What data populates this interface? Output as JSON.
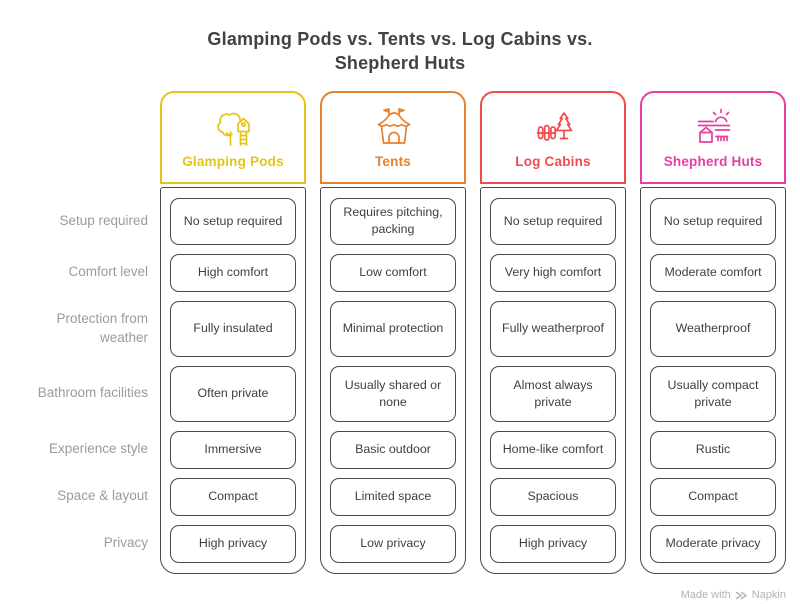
{
  "title": "Glamping Pods vs. Tents vs. Log Cabins vs. Shepherd Huts",
  "rows": [
    "Setup required",
    "Comfort level",
    "Protection from weather",
    "Bathroom facilities",
    "Experience style",
    "Space & layout",
    "Privacy"
  ],
  "columns": [
    {
      "label": "Glamping Pods",
      "accent": "#E3C51A",
      "icon": "treehouse-icon",
      "cells": [
        "No setup required",
        "High comfort",
        "Fully insulated",
        "Often private",
        "Immersive",
        "Compact",
        "High privacy"
      ]
    },
    {
      "label": "Tents",
      "accent": "#E8812B",
      "icon": "tent-icon",
      "cells": [
        "Requires pitching, packing",
        "Low comfort",
        "Minimal protection",
        "Usually shared or none",
        "Basic outdoor",
        "Limited space",
        "Low privacy"
      ]
    },
    {
      "label": "Log Cabins",
      "accent": "#F04C4C",
      "icon": "log-cabin-icon",
      "cells": [
        "No setup required",
        "Very high comfort",
        "Fully weatherproof",
        "Almost always private",
        "Home-like comfort",
        "Spacious",
        "High privacy"
      ]
    },
    {
      "label": "Shepherd Huts",
      "accent": "#E83DA2",
      "icon": "shepherd-hut-icon",
      "cells": [
        "No setup required",
        "Moderate comfort",
        "Weatherproof",
        "Usually compact private",
        "Rustic",
        "Compact",
        "Moderate privacy"
      ]
    }
  ],
  "watermark": {
    "prefix": "Made with",
    "brand": "Napkin"
  }
}
